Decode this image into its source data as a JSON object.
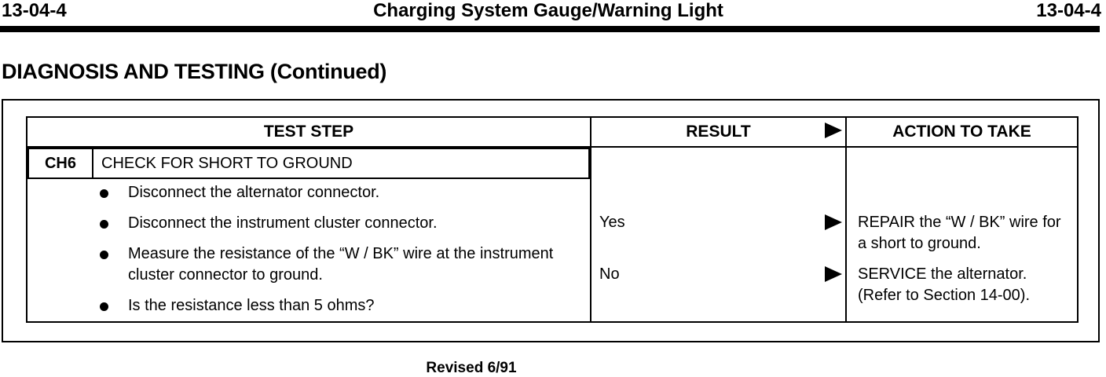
{
  "header": {
    "page_left": "13-04-4",
    "title": "Charging System Gauge/Warning Light",
    "page_right": "13-04-4"
  },
  "section_title": "DIAGNOSIS AND TESTING (Continued)",
  "table": {
    "col_test_step": "TEST STEP",
    "col_result": "RESULT",
    "col_action": "ACTION TO TAKE",
    "step_code": "CH6",
    "step_title": "CHECK FOR SHORT TO GROUND",
    "bullets": [
      "Disconnect the alternator connector.",
      "Disconnect the instrument cluster connector.",
      "Measure the resistance of the “W / BK” wire at the instrument cluster connector to ground.",
      "Is the resistance less than 5 ohms?"
    ],
    "results": [
      {
        "label": "Yes",
        "action": "REPAIR the “W / BK” wire for a short to ground."
      },
      {
        "label": "No",
        "action": "SERVICE the alternator. (Refer to Section 14-00)."
      }
    ]
  },
  "footer": "Revised 6/91",
  "icons": {
    "result_arrow": "right-triangle-arrow-icon",
    "bullet": "bullet-dot-icon"
  }
}
